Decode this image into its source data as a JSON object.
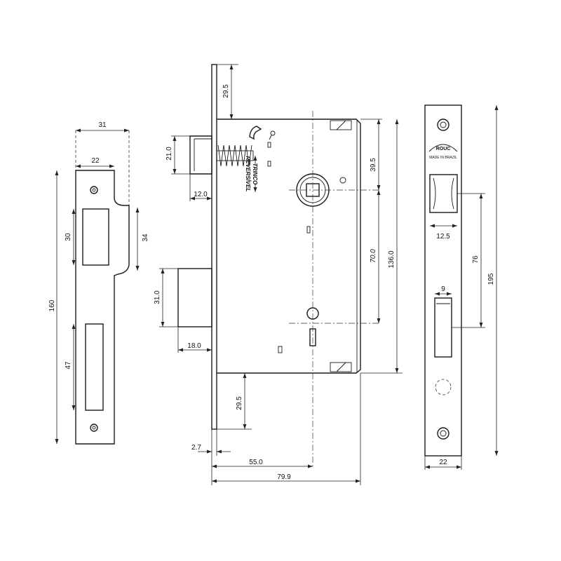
{
  "strike_plate": {
    "dim_width_total": "31",
    "dim_width_plate": "22",
    "dim_height": "160",
    "dim_upper_slot": "30",
    "dim_lip": "34",
    "dim_lower_slot": "47"
  },
  "lock_body": {
    "dim_top_offset": "29.5",
    "dim_latch_height": "21.0",
    "dim_latch_projection": "12.0",
    "dim_bolt_height": "31.0",
    "dim_bolt_projection": "18.0",
    "dim_spindle_from_top": "39.5",
    "dim_spindle_to_keyhole": "70.0",
    "dim_case_height": "136.0",
    "dim_bottom_offset": "29.5",
    "dim_faceplate_thickness": "2.7",
    "dim_backset": "55.0",
    "dim_depth": "79.9",
    "label_latch_line1": "TRINCO",
    "label_latch_line2": "REVERSÍVEL"
  },
  "faceplate": {
    "brand": "ROUC",
    "made_in": "MADE IN BRAZIL",
    "dim_latch_slot_width": "12.5",
    "dim_bolt_slot_width": "9",
    "dim_slot_spacing": "76",
    "dim_height": "195",
    "dim_width": "22"
  }
}
